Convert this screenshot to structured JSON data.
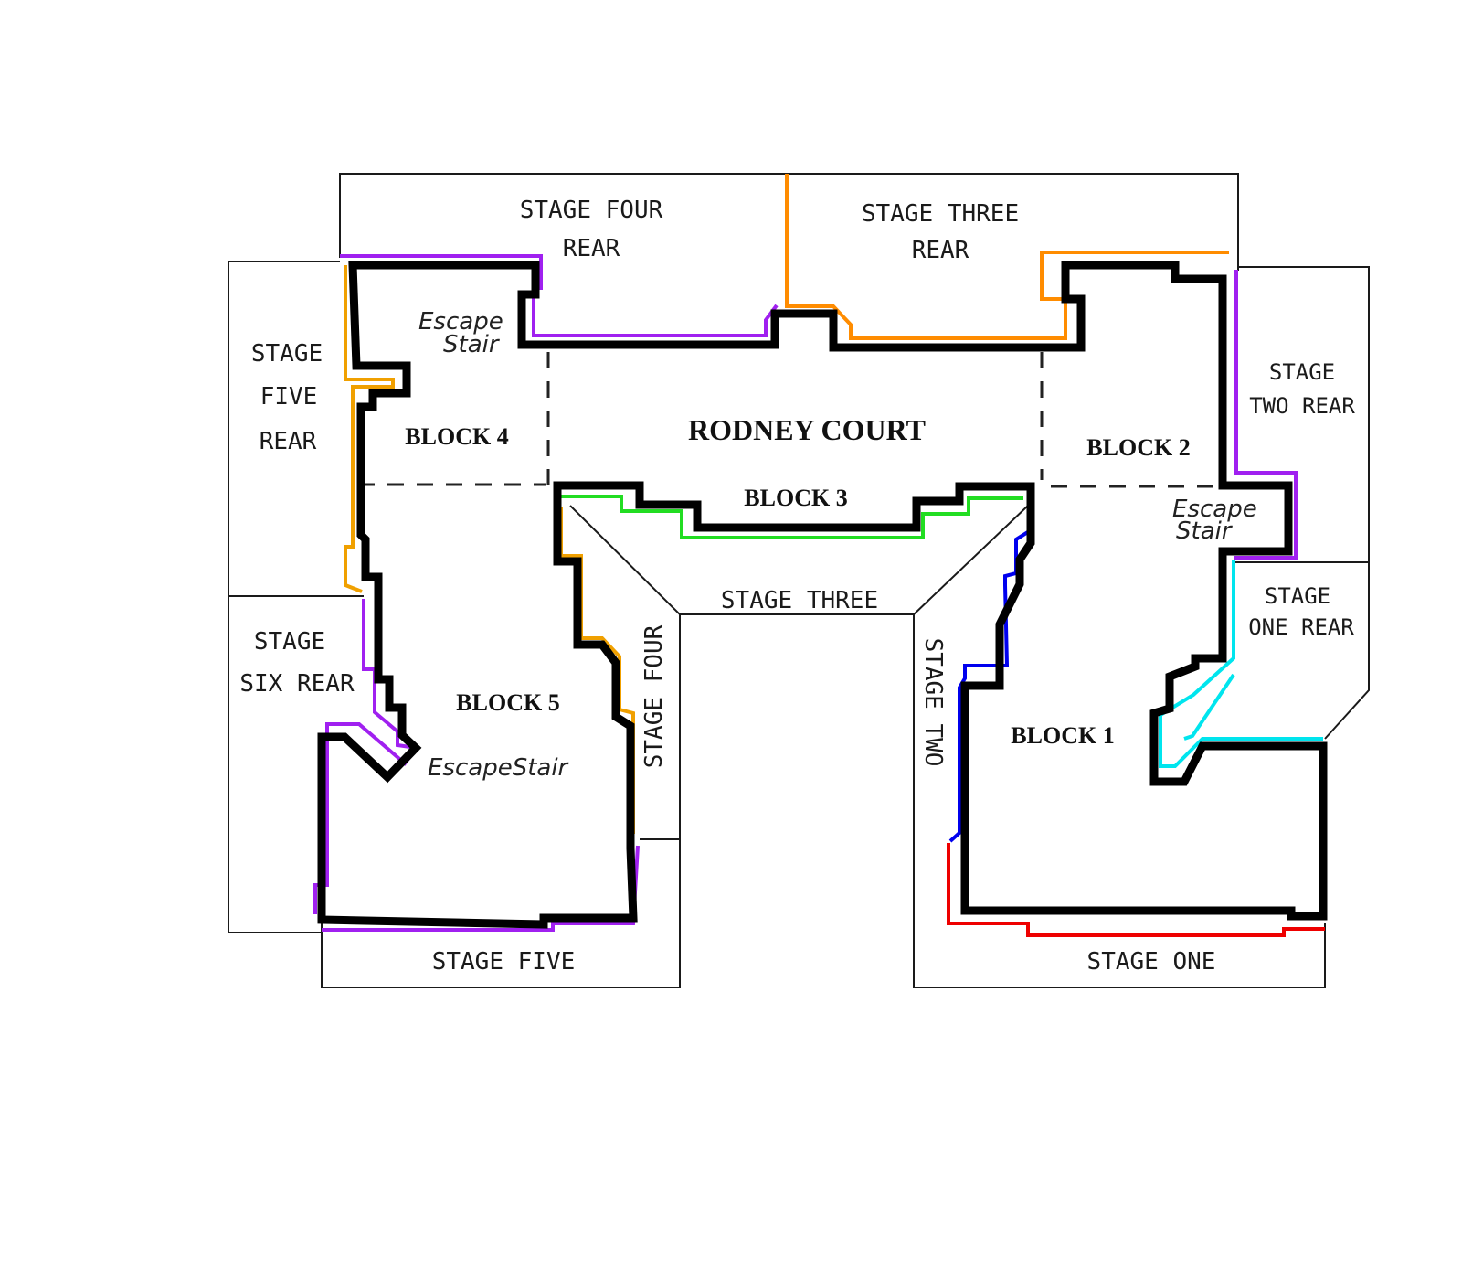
{
  "title": "RODNEY COURT",
  "blocks": {
    "block4": "BLOCK 4",
    "block3": "BLOCK 3",
    "block2": "BLOCK 2",
    "block5": "BLOCK 5",
    "block1": "BLOCK 1"
  },
  "zones": {
    "stage_four_rear": [
      "STAGE FOUR",
      "REAR"
    ],
    "stage_three_rear": [
      "STAGE THREE",
      "REAR"
    ],
    "stage_five_rear": [
      "STAGE",
      "FIVE",
      "REAR"
    ],
    "stage_two_rear": [
      "STAGE",
      "TWO REAR"
    ],
    "stage_one_rear": [
      "STAGE",
      "ONE REAR"
    ],
    "stage_six_rear": [
      "STAGE",
      "SIX REAR"
    ],
    "stage_three": "STAGE THREE",
    "stage_four": "STAGE FOUR",
    "stage_two": "STAGE TWO",
    "stage_five": "STAGE FIVE",
    "stage_one": "STAGE ONE"
  },
  "escape_stairs": {
    "top_left": [
      "Escape",
      "Stair"
    ],
    "right": [
      "Escape",
      "Stair"
    ],
    "bottom_left": "EscapeStair"
  },
  "colors": {
    "purple": "#a020f0",
    "orange": "#ff8c00",
    "yellow_orange": "#f0a000",
    "green": "#22dd22",
    "blue": "#0000ee",
    "cyan": "#00e5ee",
    "red": "#ee0000",
    "wall": "#000000"
  }
}
